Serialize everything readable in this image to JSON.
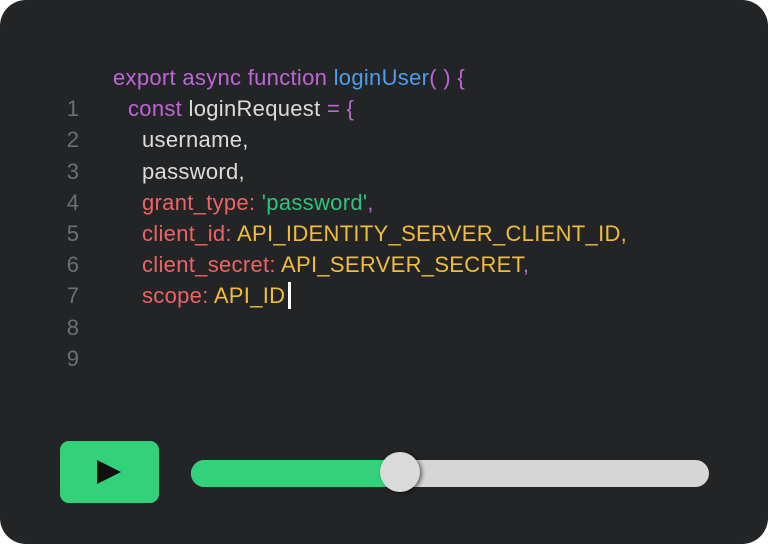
{
  "editor": {
    "lines": [
      {
        "number": "1",
        "tokens": [
          {
            "text": "export async function ",
            "type": "keyword"
          },
          {
            "text": "loginUser",
            "type": "function"
          },
          {
            "text": "( ) {",
            "type": "keyword"
          }
        ]
      },
      {
        "number": "2",
        "tokens": [
          {
            "text": "const ",
            "type": "keyword"
          },
          {
            "text": "loginRequest ",
            "type": "plain"
          },
          {
            "text": "= {",
            "type": "keyword"
          }
        ]
      },
      {
        "number": "3",
        "tokens": [
          {
            "text": "username,",
            "type": "plain"
          }
        ]
      },
      {
        "number": "4",
        "tokens": [
          {
            "text": "password,",
            "type": "plain"
          }
        ]
      },
      {
        "number": "5",
        "tokens": [
          {
            "text": "grant_type: ",
            "type": "key"
          },
          {
            "text": "'password'",
            "type": "string"
          },
          {
            "text": ",",
            "type": "keyword"
          }
        ]
      },
      {
        "number": "6",
        "tokens": [
          {
            "text": "client_id: ",
            "type": "key"
          },
          {
            "text": "API_IDENTITY_SERVER_CLIENT_ID,",
            "type": "constant"
          }
        ]
      },
      {
        "number": "7",
        "tokens": [
          {
            "text": "client_secret: ",
            "type": "key"
          },
          {
            "text": "API_SERVER_SECRET",
            "type": "constant"
          },
          {
            "text": ",",
            "type": "keyword"
          }
        ]
      },
      {
        "number": "8",
        "tokens": [
          {
            "text": "scope: ",
            "type": "key"
          },
          {
            "text": "API_ID",
            "type": "constant"
          }
        ]
      },
      {
        "number": "9",
        "tokens": []
      }
    ]
  },
  "player": {
    "play_icon": "play-icon",
    "progress_percent": 40,
    "colors": {
      "accent": "#33d17a",
      "track": "#d6d6d6",
      "knob": "#dadada",
      "background": "#232426"
    }
  }
}
